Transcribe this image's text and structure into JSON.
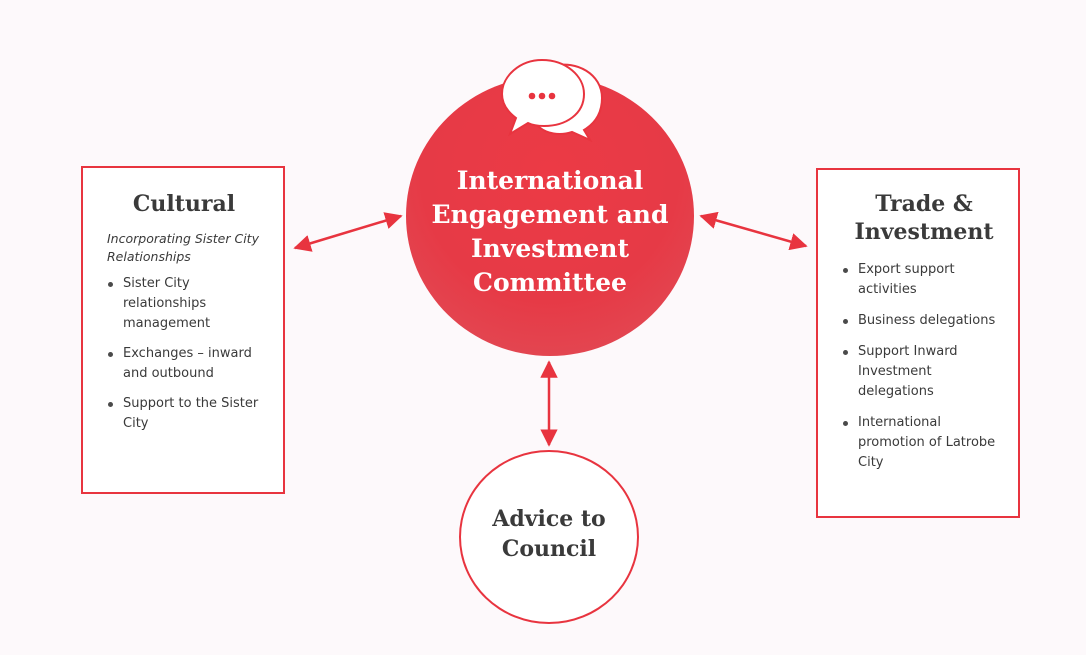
{
  "colors": {
    "accent": "#e8343f",
    "text": "#3a3a3a",
    "background": "#fdf9fb"
  },
  "committee": {
    "title": "International Engagement and Investment Committee",
    "icon": "speech-bubbles-icon"
  },
  "cultural": {
    "title": "Cultural",
    "subtitle": "Incorporating Sister City Relationships",
    "items": [
      "Sister City relationships management",
      "Exchanges – inward and outbound",
      "Support to the Sister City"
    ]
  },
  "trade": {
    "title": "Trade & Investment",
    "items": [
      "Export support activities",
      "Business delegations",
      "Support Inward Investment delegations",
      "International promotion of Latrobe City"
    ]
  },
  "advice": {
    "title": "Advice to Council"
  }
}
